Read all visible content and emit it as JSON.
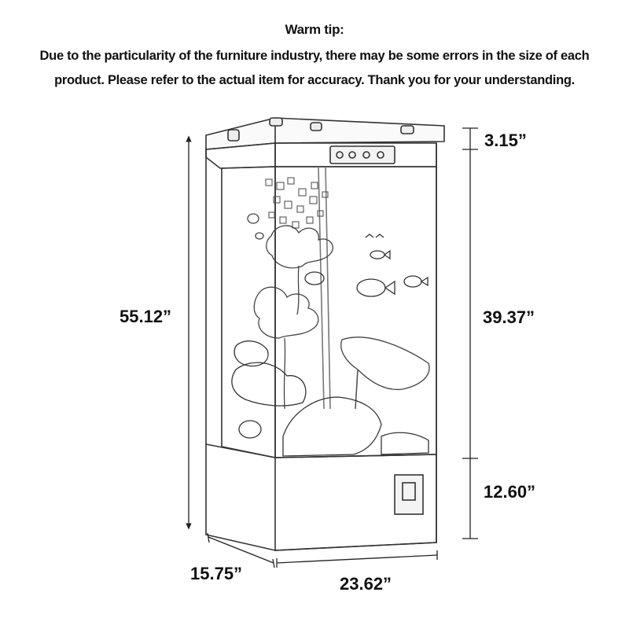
{
  "notice": {
    "title": "Warm tip:",
    "line1": "Due to the particularity of the furniture industry, there may be some errors in the size of each",
    "line2": "product. Please refer to the actual item for accuracy. Thank you for your understanding."
  },
  "dimensions": {
    "total_height": "55.12”",
    "top_cap_height": "3.15”",
    "tank_height": "39.37”",
    "cabinet_height": "12.60”",
    "depth": "15.75”",
    "width": "23.62”"
  },
  "colors": {
    "line": "#333333",
    "text": "#111111"
  },
  "illustration": {
    "subject": "aquarium-tank-icon"
  }
}
